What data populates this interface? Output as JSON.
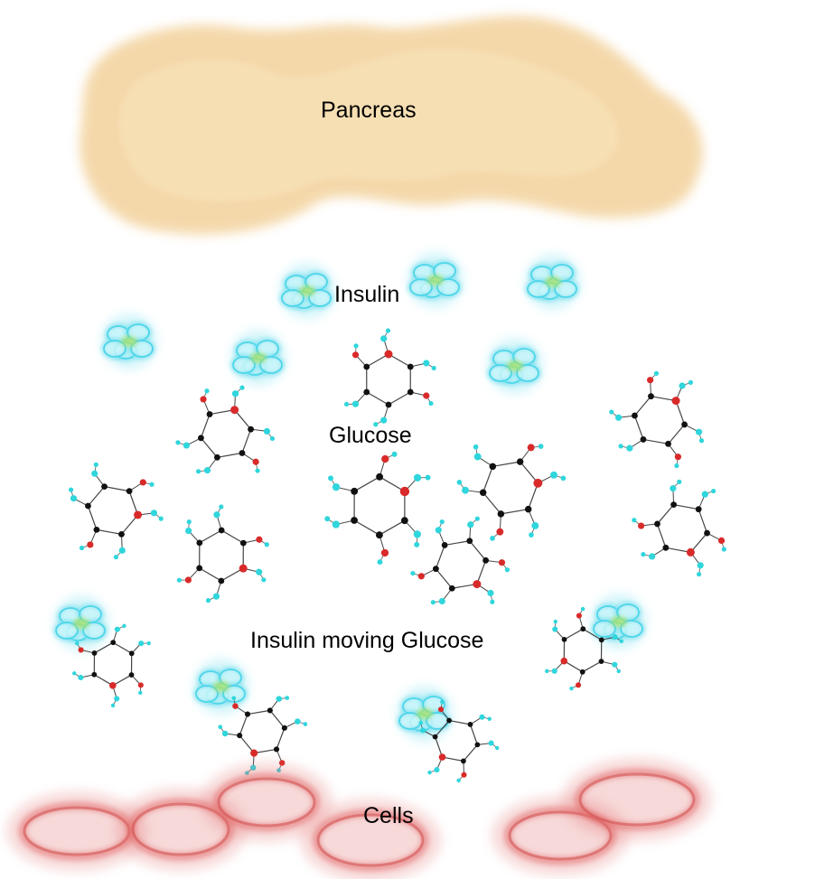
{
  "labels": {
    "pancreas": "Pancreas",
    "insulin": "Insulin",
    "glucose": "Glucose",
    "insulin_moving_glucose": "Insulin moving Glucose",
    "cells": "Cells"
  },
  "colors": {
    "pancreas": "#f6dcaa",
    "insulin": "#43d4e8",
    "insulin_core": "#b5e35a",
    "glucose_carbon": "#111111",
    "glucose_oxygen": "#d92a2a",
    "glucose_hydrogen": "#2fd6dc",
    "cell": "#e26a6a"
  }
}
